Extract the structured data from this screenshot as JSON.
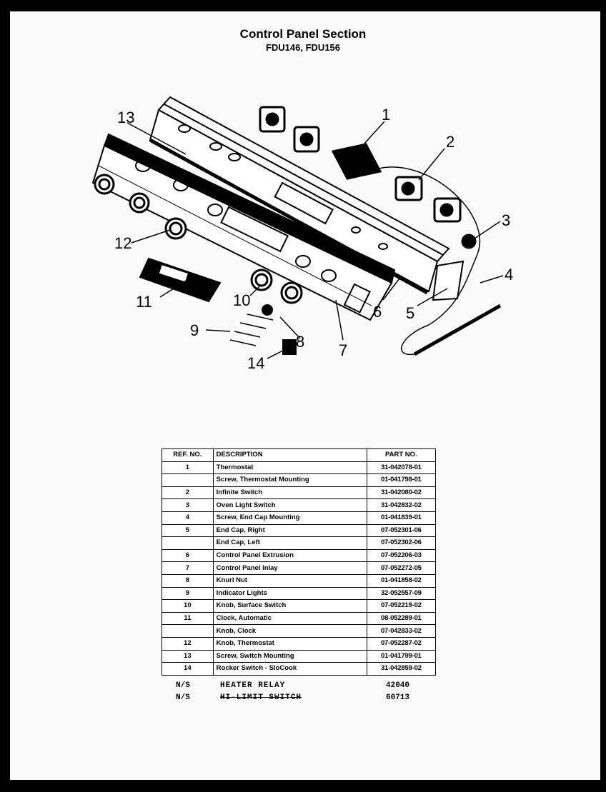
{
  "title": "Control Panel Section",
  "subtitle": "FDU146, FDU156",
  "callouts": [
    "1",
    "2",
    "3",
    "4",
    "5",
    "6",
    "7",
    "8",
    "9",
    "10",
    "11",
    "12",
    "13",
    "14"
  ],
  "table": {
    "headers": {
      "ref": "REF. NO.",
      "desc": "DESCRIPTION",
      "part": "PART NO."
    },
    "rows": [
      {
        "ref": "1",
        "desc": "Thermostat",
        "part": "31-042078-01"
      },
      {
        "ref": "",
        "desc": "Screw, Thermostat Mounting",
        "part": "01-041798-01"
      },
      {
        "ref": "2",
        "desc": "Infinite Switch",
        "part": "31-042080-02"
      },
      {
        "ref": "3",
        "desc": "Oven Light Switch",
        "part": "31-042832-02"
      },
      {
        "ref": "4",
        "desc": "Screw, End Cap Mounting",
        "part": "01-041839-01"
      },
      {
        "ref": "5",
        "desc": "End Cap, Right",
        "part": "07-052301-06"
      },
      {
        "ref": "",
        "desc": "End Cap, Left",
        "part": "07-052302-06"
      },
      {
        "ref": "6",
        "desc": "Control Panel Extrusion",
        "part": "07-052206-03"
      },
      {
        "ref": "7",
        "desc": "Control Panel Inlay",
        "part": "07-052272-05"
      },
      {
        "ref": "8",
        "desc": "Knurl Nut",
        "part": "01-041858-02"
      },
      {
        "ref": "9",
        "desc": "Indicator Lights",
        "part": "32-052557-09"
      },
      {
        "ref": "10",
        "desc": "Knob, Surface Switch",
        "part": "07-052219-02"
      },
      {
        "ref": "11",
        "desc": "Clock, Automatic",
        "part": "08-052289-01"
      },
      {
        "ref": "",
        "desc": "Knob, Clock",
        "part": "07-042833-02"
      },
      {
        "ref": "12",
        "desc": "Knob, Thermostat",
        "part": "07-052287-02"
      },
      {
        "ref": "13",
        "desc": "Screw, Switch Mounting",
        "part": "01-041799-01"
      },
      {
        "ref": "14",
        "desc": "Rocker Switch - SloCook",
        "part": "31-042859-02"
      }
    ]
  },
  "not_shown": [
    {
      "ref": "N/S",
      "desc": "HEATER RELAY",
      "part": "42040"
    },
    {
      "ref": "N/S",
      "desc": "HI-LIMIT SWITCH",
      "part": "60713"
    }
  ]
}
